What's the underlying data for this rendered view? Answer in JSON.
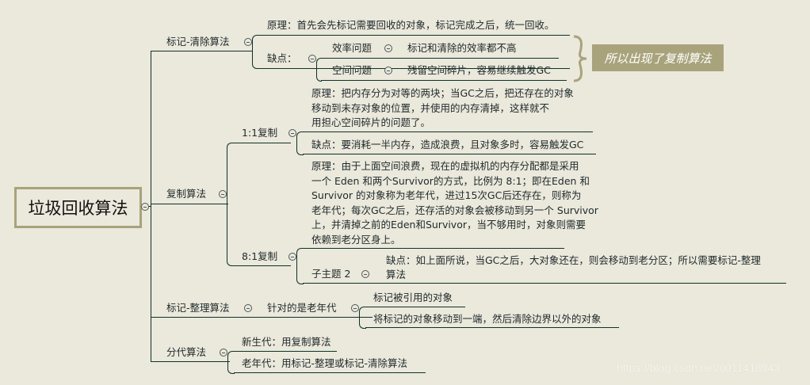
{
  "root": {
    "label": "垃圾回收算法"
  },
  "branches": {
    "mark_sweep": {
      "label": "标记-清除算法",
      "principle": "原理：首先会先标记需要回收的对象，标记完成之后，统一回收。",
      "drawbacks_label": "缺点：",
      "drawbacks": [
        {
          "label": "效率问题",
          "detail": "标记和清除的效率都不高"
        },
        {
          "label": "空间问题",
          "detail": "残留空间碎片，容易继续触发GC"
        }
      ],
      "callout": "所以出现了复制算法"
    },
    "copying": {
      "label": "复制算法",
      "one_to_one": {
        "label": "1:1复制",
        "principle": "原理：把内存分为对等的两块；当GC之后，把还存在的对象移动到未存对象的位置，并使用的内存清掉，这样就不用担心空间碎片的问题了。",
        "principle_lines": [
          "原理：把内存分为对等的两块；当GC之后，把还存在的对象",
          "移动到未存对象的位置，并使用的内存清掉，这样就不",
          "用担心空间碎片的问题了。"
        ],
        "drawback": "缺点：要消耗一半内存，造成浪费，且对象多时，容易触发GC"
      },
      "eight_to_one": {
        "label": "8:1复制",
        "principle_lines": [
          "原理：由于上面空间浪费，现在的虚拟机的内存分配都是采用",
          "一个 Eden 和两个Survivor的方式，比例为 8:1；即在Eden 和",
          "Survivor 的对象称为老年代，进过15次GC后还存在，则称为",
          "老年代；每次GC之后，还存活的对象会被移动到另一个 Survivor",
          "上，并清掉之前的Eden和Survivor，当不够用时，对象则需要",
          "依赖到老分区身上。"
        ],
        "subtopic": "子主题 2",
        "drawback_lines": [
          "缺点：如上面所说，当GC之后，大对象还在，则会移动到老分区；所以需要标记-整理",
          "算法"
        ]
      }
    },
    "mark_compact": {
      "label": "标记-整理算法",
      "target": "针对的是老年代",
      "steps": [
        "标记被引用的对象",
        "将标记的对象移动到一端，然后清除边界以外的对象"
      ]
    },
    "generational": {
      "label": "分代算法",
      "young": "新生代：用复制算法",
      "old": "老年代：用标记-整理或标记-清除算法"
    }
  },
  "watermark": "https://blog.csdn.net/u011418943",
  "colors": {
    "background": "#ebe8dc",
    "accent": "#a8a37b",
    "line": "#0e3328"
  }
}
